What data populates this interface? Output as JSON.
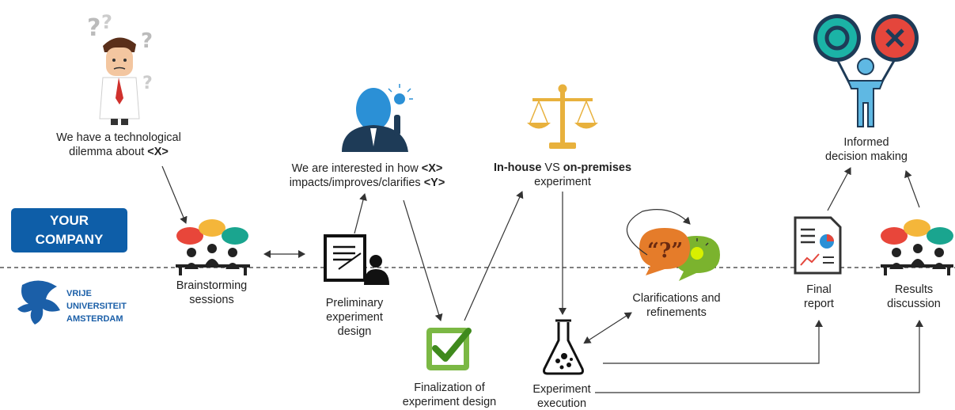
{
  "labels": {
    "dilemma_line1": "We have a technological",
    "dilemma_line2_pre": "dilemma about ",
    "dilemma_var": "<X>",
    "interest_line1_pre": "We are interested in how ",
    "interest_var_x": "<X>",
    "interest_line2_pre": "impacts/improves/clarifies ",
    "interest_var_y": "<Y>",
    "inhouse_bold1": "In-house",
    "inhouse_vs": " VS ",
    "inhouse_bold2": "on-premises",
    "inhouse_line2": "experiment",
    "informed_line1": "Informed",
    "informed_line2": "decision making",
    "brainstorming_line1": "Brainstorming",
    "brainstorming_line2": "sessions",
    "preliminary_line1": "Preliminary",
    "preliminary_line2": "experiment",
    "preliminary_line3": "design",
    "finalization_line1": "Finalization of",
    "finalization_line2": "experiment design",
    "execution_line1": "Experiment",
    "execution_line2": "execution",
    "clarifications_line1": "Clarifications and",
    "clarifications_line2": "refinements",
    "final_report_line1": "Final",
    "final_report_line2": "report",
    "results_line1": "Results",
    "results_line2": "discussion"
  },
  "company": {
    "line1": "YOUR",
    "line2": "COMPANY"
  },
  "university": {
    "line1": "VRIJE",
    "line2": "UNIVERSITEIT",
    "line3": "AMSTERDAM"
  },
  "colors": {
    "company_blue": "#0e5ea8",
    "bubble_red": "#e8463a",
    "bubble_yellow": "#f4b63a",
    "bubble_teal": "#1aa58f",
    "check_green": "#7bb844",
    "scale_gold": "#e8b13d",
    "person_blue": "#2b90d6",
    "decision_teal": "#1bb3a6",
    "decision_red": "#e4463c",
    "figure_lightblue": "#5fb8e3"
  }
}
